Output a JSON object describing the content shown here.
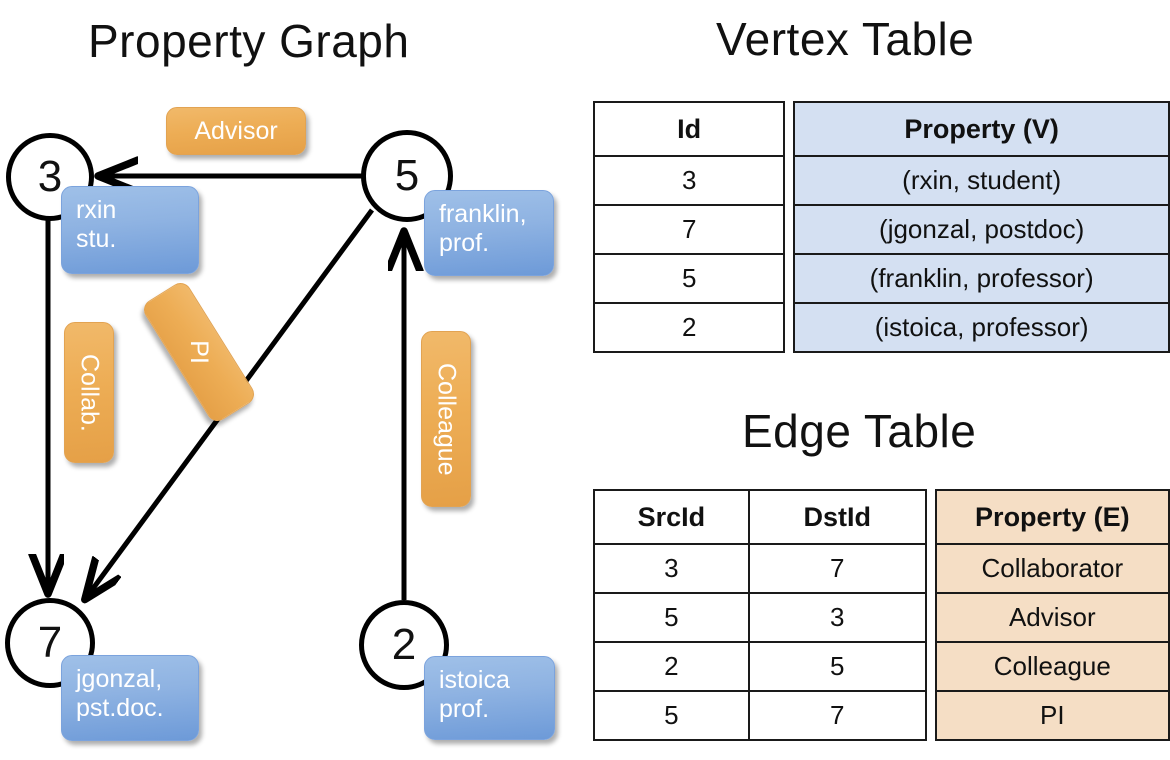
{
  "titles": {
    "property_graph": "Property Graph",
    "vertex_table": "Vertex Table",
    "edge_table": "Edge Table"
  },
  "graph": {
    "vertices": [
      {
        "id": "3",
        "property_line1": "rxin",
        "property_line2": "stu."
      },
      {
        "id": "5",
        "property_line1": "franklin,",
        "property_line2": "prof."
      },
      {
        "id": "7",
        "property_line1": "jgonzal,",
        "property_line2": "pst.doc."
      },
      {
        "id": "2",
        "property_line1": "istoica",
        "property_line2": "prof."
      }
    ],
    "edge_labels": {
      "advisor": "Advisor",
      "collab": "Collab.",
      "pi": "PI",
      "colleague": "Colleague"
    },
    "edges": [
      {
        "src": "5",
        "dst": "3",
        "label": "Advisor"
      },
      {
        "src": "3",
        "dst": "7",
        "label": "Collab."
      },
      {
        "src": "5",
        "dst": "7",
        "label": "PI"
      },
      {
        "src": "2",
        "dst": "5",
        "label": "Colleague"
      }
    ]
  },
  "vertex_table": {
    "headers": [
      "Id",
      "Property (V)"
    ],
    "rows": [
      {
        "id": "3",
        "property": "(rxin, student)"
      },
      {
        "id": "7",
        "property": "(jgonzal, postdoc)"
      },
      {
        "id": "5",
        "property": "(franklin, professor)"
      },
      {
        "id": "2",
        "property": "(istoica, professor)"
      }
    ]
  },
  "edge_table": {
    "headers": [
      "SrcId",
      "DstId",
      "Property (E)"
    ],
    "rows": [
      {
        "src": "3",
        "dst": "7",
        "property": "Collaborator"
      },
      {
        "src": "5",
        "dst": "3",
        "property": "Advisor"
      },
      {
        "src": "2",
        "dst": "5",
        "property": "Colleague"
      },
      {
        "src": "5",
        "dst": "7",
        "property": "PI"
      }
    ]
  },
  "colors": {
    "vertex_fill": "#d4e0f2",
    "edge_fill": "#f5dec5",
    "node_box_blue": "#8fb3e2",
    "label_box_orange": "#edad55",
    "stroke": "#1a1a1a"
  }
}
